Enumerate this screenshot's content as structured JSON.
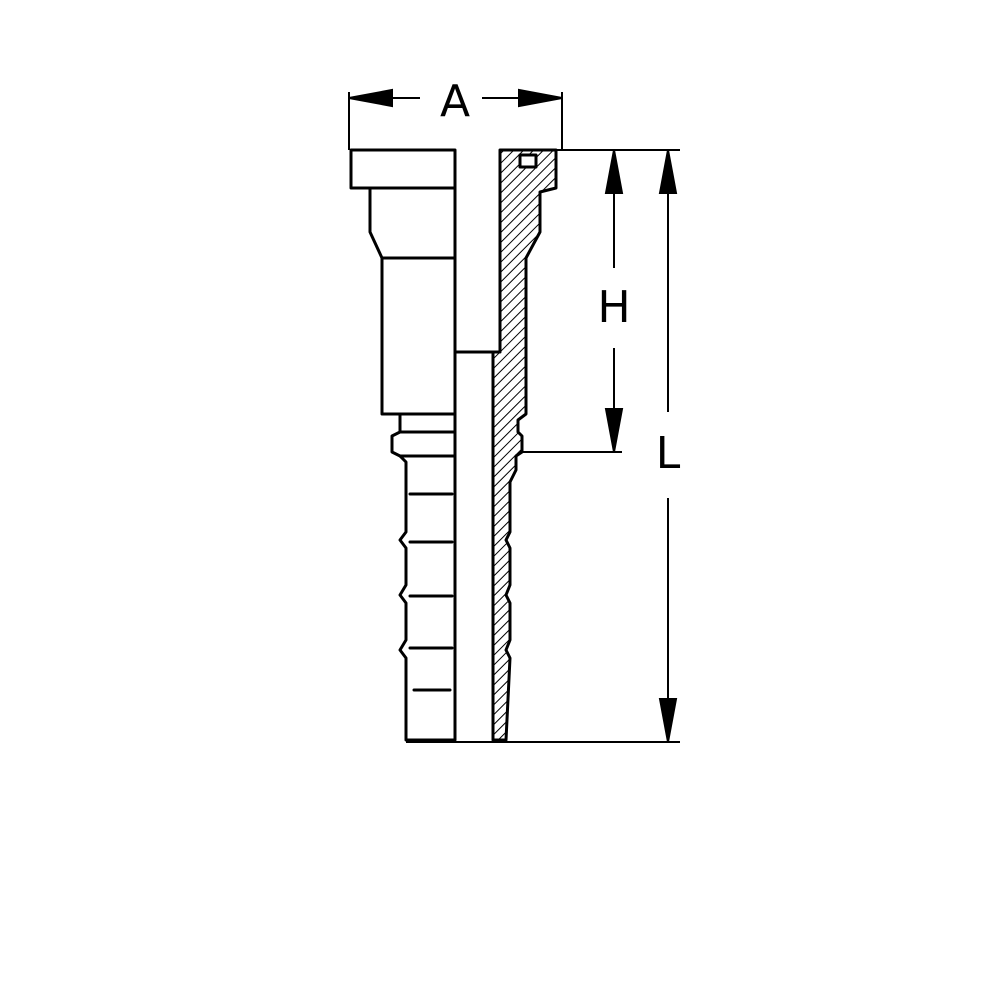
{
  "diagram": {
    "labels": {
      "a": "A",
      "h": "H",
      "l": "L"
    },
    "colors": {
      "stroke": "#000000",
      "background": "#ffffff"
    }
  }
}
